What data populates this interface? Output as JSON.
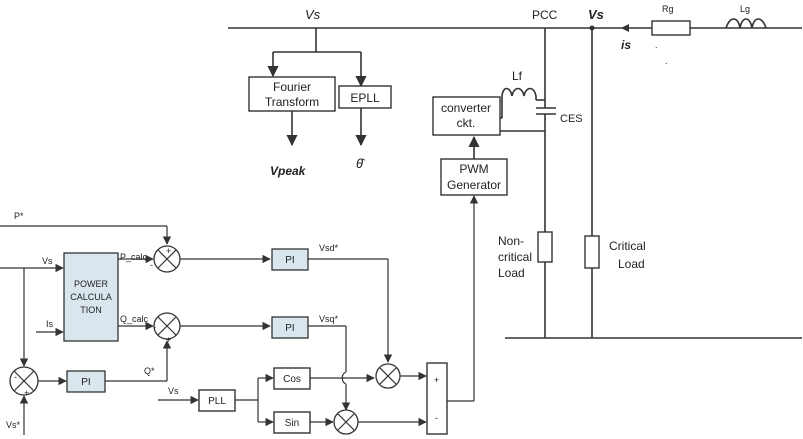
{
  "grid": {
    "vs_top": "Vs",
    "pcc": "PCC",
    "vs_right": "Vs",
    "is_label": "is",
    "rg": "Rg",
    "lg": "Lg",
    "lf": "Lf",
    "ces": "CES",
    "noncritical_load": [
      "Non-",
      "critical",
      "Load"
    ],
    "critical_load": [
      "Critical",
      "Load"
    ]
  },
  "blocks": {
    "fourier": [
      "Fourier",
      "Transform"
    ],
    "epll": "EPLL",
    "vpeak": "Vpeak",
    "theta": "θ̂",
    "converter": [
      "converter",
      "ckt."
    ],
    "pwm": [
      "PWM",
      "Generator"
    ],
    "power_calc": [
      "POWER",
      "CALCULA",
      "TION"
    ],
    "pi": "PI",
    "pll": "PLL",
    "cos": "Cos",
    "sin": "Sin"
  },
  "signals": {
    "p_ref": "P*",
    "vs_in": "Vs",
    "is_in": "Is",
    "p_calc": "P_calc",
    "q_calc": "Q_calc",
    "q_ref": "Q*",
    "vsd": "Vsd*",
    "vsq": "Vsq*",
    "vs_ref": "Vs*",
    "vs_pll": "Vs",
    "plus": "+",
    "minus": "-"
  },
  "colors": {
    "line": "#333333",
    "block_fill": "#d9e6ee"
  }
}
